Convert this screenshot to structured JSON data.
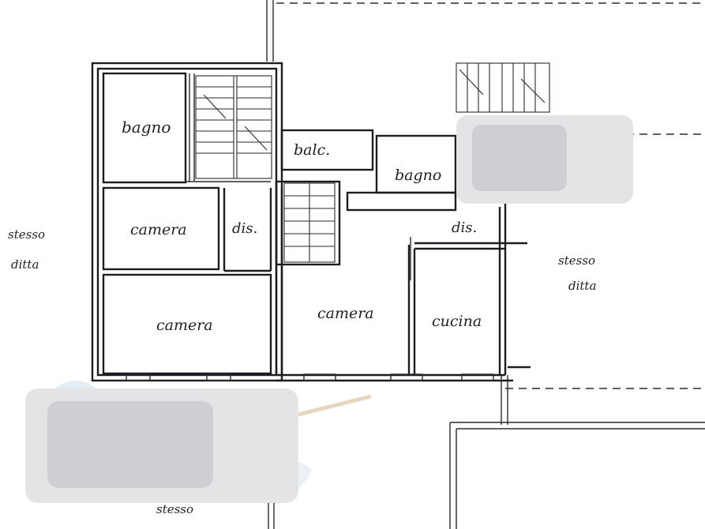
{
  "rooms": {
    "bagno_left": "bagno",
    "balc": "balc.",
    "bagno_right": "bagno",
    "camera_upper": "camera",
    "dis_left": "dis.",
    "dis_right": "dis.",
    "camera_lower": "camera",
    "camera_center": "camera",
    "cucina": "cucina"
  },
  "outside": {
    "left_line1": "stesso",
    "left_line2": "ditta",
    "right_line1": "stesso",
    "right_line2": "ditta",
    "bottom_line1": "stesso"
  }
}
